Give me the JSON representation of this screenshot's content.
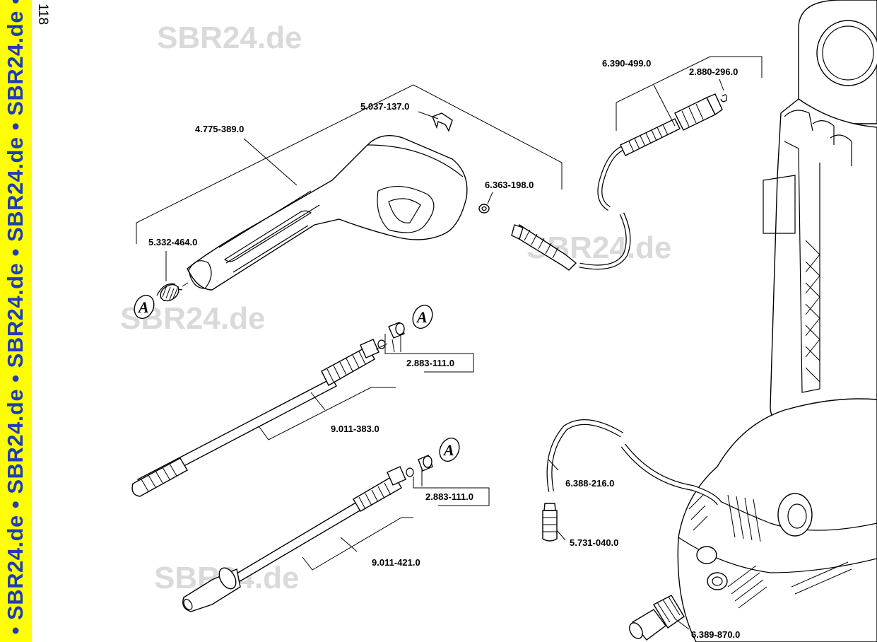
{
  "page": {
    "number": "118"
  },
  "side_banner": {
    "text": "de • SBR24.de • SBR24.de • SBR24.de • SBR24.de • SBR24.de • S",
    "background": "#ffff00",
    "text_color": "#1d3db8"
  },
  "watermark": {
    "text": "SBR24.de"
  },
  "parts": {
    "gun_housing": "4.775-389.0",
    "clip": "5.037-137.0",
    "spring": "5.332-464.0",
    "washer": "6.363-198.0",
    "hose": "6.390-499.0",
    "hose_ring": "2.880-296.0",
    "oring_upper": "2.883-111.0",
    "lance_upper": "9.011-383.0",
    "oring_lower": "2.883-111.0",
    "lance_lower": "9.011-421.0",
    "suction_hose": "6.388-216.0",
    "filter": "5.731-040.0",
    "connector": "6.389-870.0"
  },
  "ref_marker": "A"
}
